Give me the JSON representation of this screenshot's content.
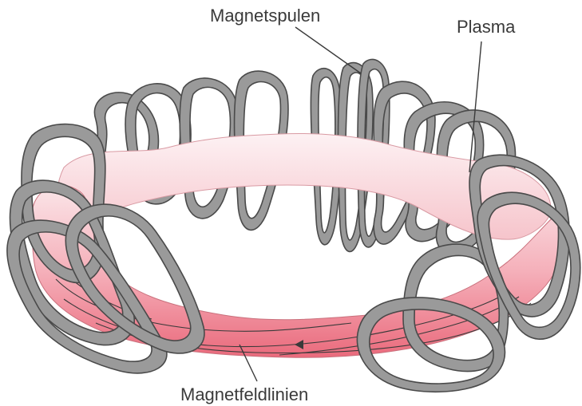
{
  "labels": {
    "coils": "Magnetspulen",
    "plasma": "Plasma",
    "field_lines": "Magnetfeldlinien"
  },
  "colors": {
    "coil_fill": "#9a9a9a",
    "coil_stroke": "#4a4a4a",
    "plasma_light": "#fde3e6",
    "plasma_mid": "#f6a9b3",
    "plasma_dark": "#ec6f80",
    "field_line": "#3a3a3a",
    "leader_line": "#3a3a3a",
    "text": "#3a3a3a"
  }
}
